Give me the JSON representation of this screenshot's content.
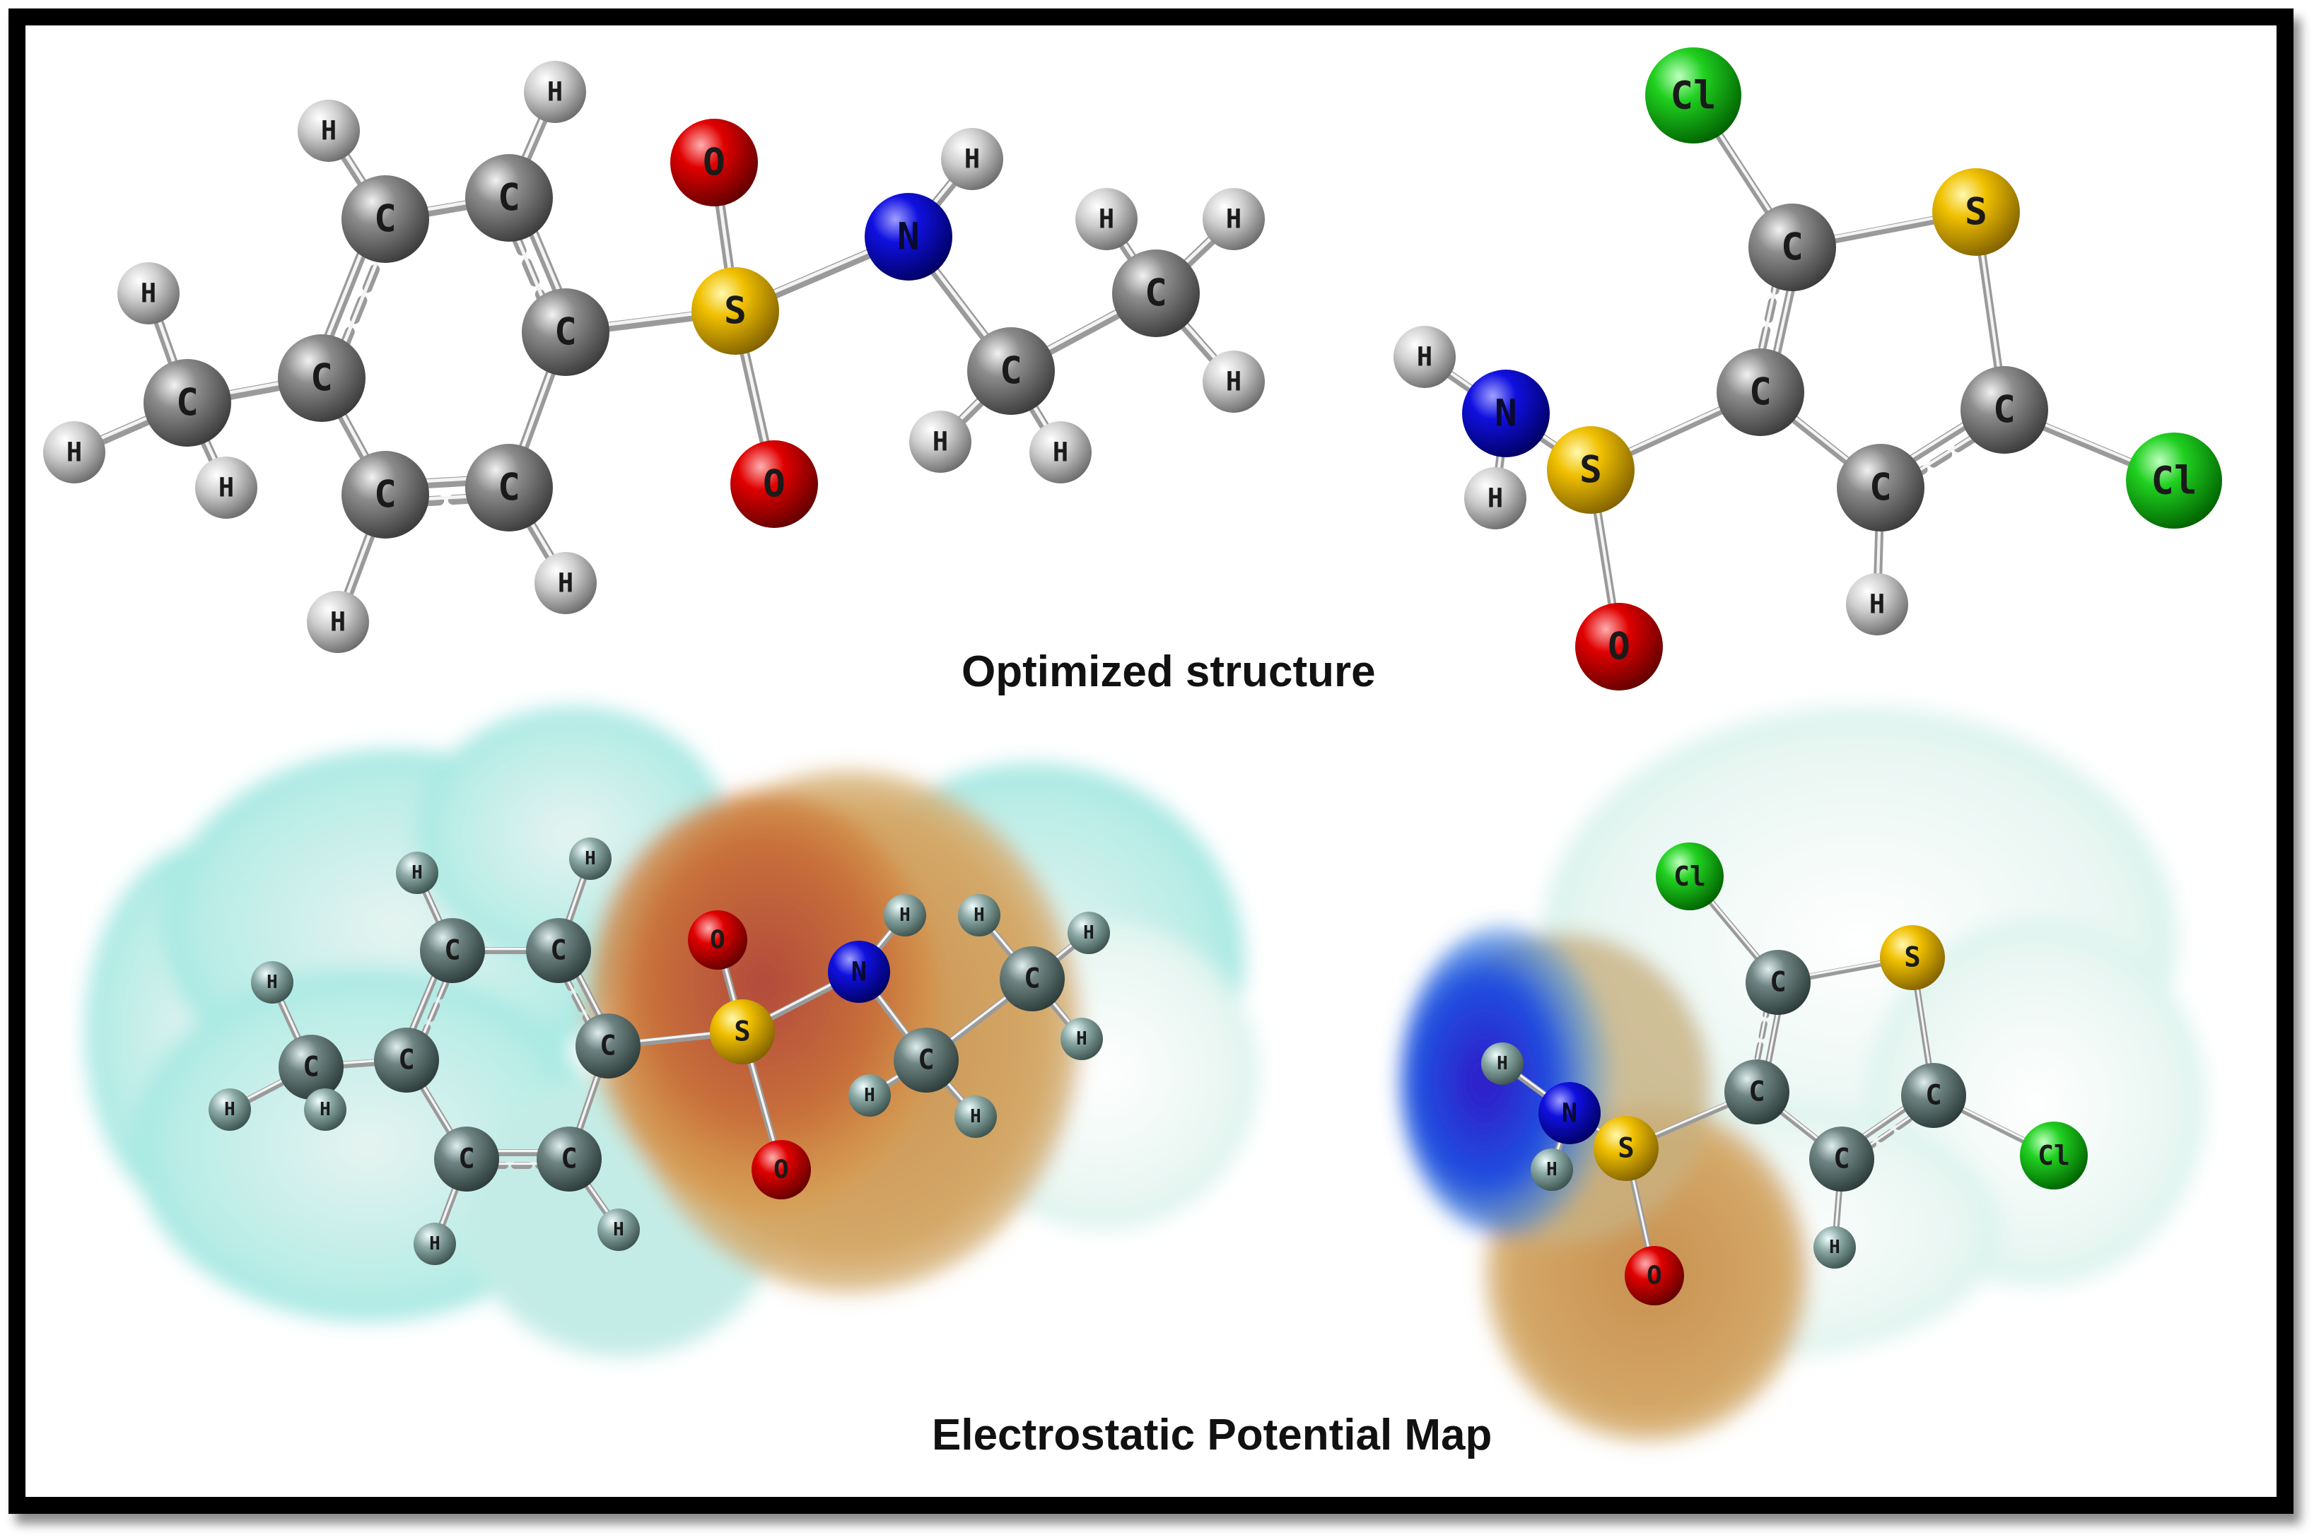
{
  "captions": {
    "optimized": "Optimized structure",
    "esp": "Electrostatic Potential Map"
  },
  "colors": {
    "C": "#8a8a8a",
    "H": "#d8d8d8",
    "O": "#e00000",
    "N": "#1010e0",
    "S": "#f0c000",
    "Cl": "#20d020",
    "esp_positive": "#70e0e0",
    "esp_negative": "#c04020",
    "esp_most_positive": "#1830d8"
  },
  "molecule_left": {
    "atoms": [
      {
        "id": "H1",
        "el": "H"
      },
      {
        "id": "H2",
        "el": "H"
      },
      {
        "id": "C1",
        "el": "C"
      },
      {
        "id": "C2",
        "el": "C"
      },
      {
        "id": "H3",
        "el": "H"
      },
      {
        "id": "C3",
        "el": "C"
      },
      {
        "id": "C4",
        "el": "C"
      },
      {
        "id": "H4",
        "el": "H"
      },
      {
        "id": "C5",
        "el": "C"
      },
      {
        "id": "H5",
        "el": "H"
      },
      {
        "id": "C6",
        "el": "C"
      },
      {
        "id": "C7",
        "el": "C"
      },
      {
        "id": "H6",
        "el": "H"
      },
      {
        "id": "H7",
        "el": "H"
      },
      {
        "id": "S1",
        "el": "S"
      },
      {
        "id": "O1",
        "el": "O"
      },
      {
        "id": "O2",
        "el": "O"
      },
      {
        "id": "N1",
        "el": "N"
      },
      {
        "id": "H8",
        "el": "H"
      },
      {
        "id": "C8",
        "el": "C"
      },
      {
        "id": "H9",
        "el": "H"
      },
      {
        "id": "H10",
        "el": "H"
      },
      {
        "id": "C9",
        "el": "C"
      },
      {
        "id": "H11",
        "el": "H"
      },
      {
        "id": "H12",
        "el": "H"
      },
      {
        "id": "H13",
        "el": "H"
      }
    ]
  },
  "molecule_right": {
    "atoms": [
      {
        "id": "Cl1",
        "el": "Cl"
      },
      {
        "id": "Ca",
        "el": "C"
      },
      {
        "id": "S2",
        "el": "S"
      },
      {
        "id": "Cb",
        "el": "C"
      },
      {
        "id": "Cc",
        "el": "C"
      },
      {
        "id": "Cd",
        "el": "C"
      },
      {
        "id": "Cl2",
        "el": "Cl"
      },
      {
        "id": "Hd",
        "el": "H"
      },
      {
        "id": "S3",
        "el": "S"
      },
      {
        "id": "N2",
        "el": "N"
      },
      {
        "id": "Hn1",
        "el": "H"
      },
      {
        "id": "Hn2",
        "el": "H"
      },
      {
        "id": "O3",
        "el": "O"
      }
    ]
  }
}
